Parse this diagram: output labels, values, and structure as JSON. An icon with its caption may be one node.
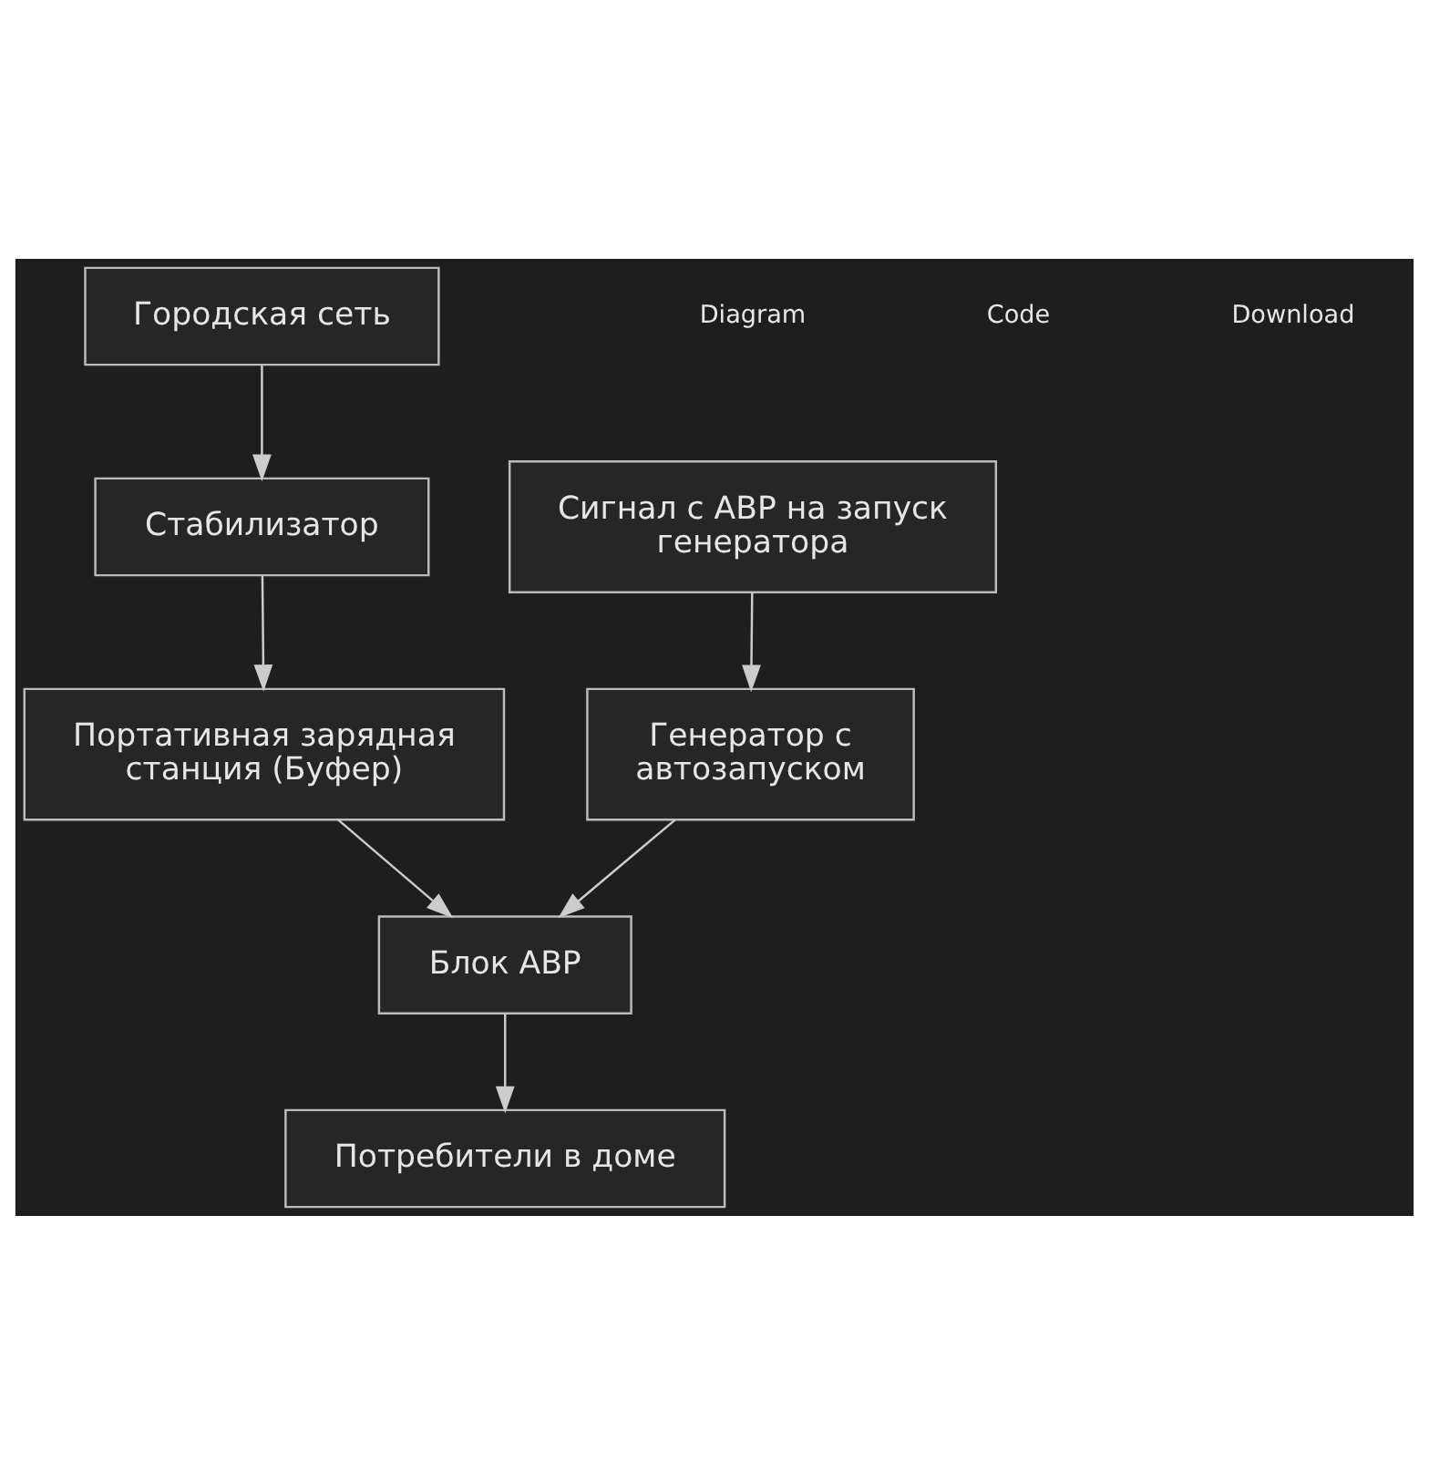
{
  "diagram": {
    "nodes": [
      {
        "text": [
          "Городская сеть"
        ]
      },
      {
        "text": [
          "Сигнал с АВР на запуск генератора"
        ]
      },
      {
        "text": [
          "Стабилизатор"
        ]
      },
      {
        "text": [
          "Генератор с автозапуском"
        ]
      },
      {
        "text": [
          "Портативная зарядная станция (Буфер)"
        ]
      },
      {
        "text": [
          "Блок АВР"
        ]
      },
      {
        "text": [
          "Потребители в доме"
        ]
      }
    ],
    "edges": [
      {
        "from": 0,
        "to": 2,
        "arrow": "to"
      },
      {
        "from": 2,
        "to": 4,
        "arrow": "to"
      },
      {
        "from": 1,
        "to": 3,
        "arrow": "to"
      },
      {
        "from": 3,
        "to": 5,
        "arrow": "to"
      },
      {
        "from": 4,
        "to": 5,
        "arrow": "to"
      },
      {
        "from": 5,
        "to": 6,
        "arrow": "to"
      }
    ],
    "labels": [
      "Diagram",
      "Code",
      "Download"
    ]
  }
}
